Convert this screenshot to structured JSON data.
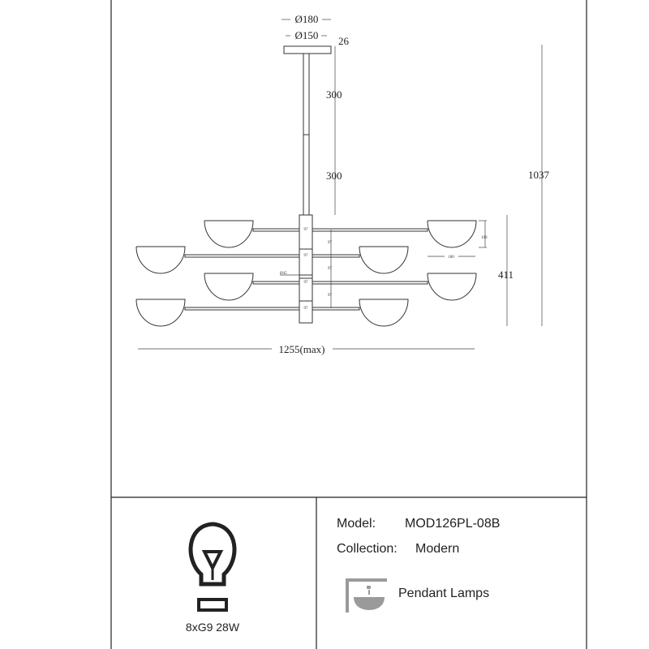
{
  "dimensions": {
    "canopy_outer": "Ø180",
    "canopy_inner": "Ø150",
    "canopy_height": "26",
    "rod_segment_1": "300",
    "rod_segment_2": "300",
    "total_height": "1037",
    "body_height": "411",
    "max_width": "1255(max)",
    "shade_height": "100",
    "shade_width": "180",
    "column_diameter": "Ø45",
    "arm_spacing": "97"
  },
  "info": {
    "model_label": "Model:",
    "model_value": "MOD126PL-08B",
    "collection_label": "Collection:",
    "collection_value": "Modern",
    "category": "Pendant Lamps",
    "bulb_spec": "8xG9 28W"
  },
  "icons": {
    "bulb": "light-bulb-icon",
    "category": "pendant-lamp-icon",
    "category_color": "#9a9a9a"
  }
}
